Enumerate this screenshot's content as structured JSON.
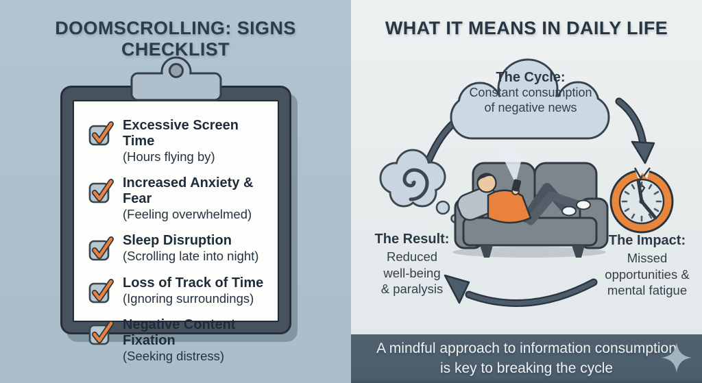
{
  "left_panel": {
    "title": "DOOMSCROLLING: SIGNS CHECKLIST",
    "checklist": [
      {
        "label": "Excessive Screen Time",
        "note": "(Hours flying by)"
      },
      {
        "label": "Increased Anxiety & Fear",
        "note": "(Feeling overwhelmed)"
      },
      {
        "label": "Sleep Disruption",
        "note": "(Scrolling late into night)"
      },
      {
        "label": "Loss of Track of Time",
        "note": "(Ignoring surroundings)"
      },
      {
        "label": "Negative Content Fixation",
        "note": "(Seeking distress)"
      }
    ]
  },
  "right_panel": {
    "title": "WHAT IT MEANS IN DAILY LIFE",
    "cycle": {
      "heading": "The Cycle:",
      "line1": "Constant consumption",
      "line2": "of negative news"
    },
    "result": {
      "heading": "The Result:",
      "line1": "Reduced",
      "line2": "well-being",
      "line3": "& paralysis"
    },
    "impact": {
      "heading": "The Impact:",
      "line1": "Missed",
      "line2": "opportunities &",
      "line3": "mental fatigue"
    },
    "banner": {
      "line1": "A mindful approach to information consumption",
      "line2": "is key to breaking the cycle"
    }
  },
  "icons": {
    "checkbox": "checked-checkbox-icon",
    "clip": "clipboard-clip-icon",
    "spiral": "spiral-thought-icon",
    "clock": "cracked-clock-icon",
    "sparkle": "sparkle-icon",
    "arrows": [
      "arrow-up-to-cloud",
      "arrow-down-to-clock",
      "arrow-back-to-result"
    ]
  },
  "colors": {
    "accent_orange": "#e8823c",
    "panel_left_bg": "#adc0ce",
    "panel_right_bg": "#e7ebec",
    "banner_bg": "#4d5e6c",
    "ink": "#2b3c4e",
    "cloud_fill": "#ccd9e2",
    "couch_gray": "#7e868d"
  }
}
